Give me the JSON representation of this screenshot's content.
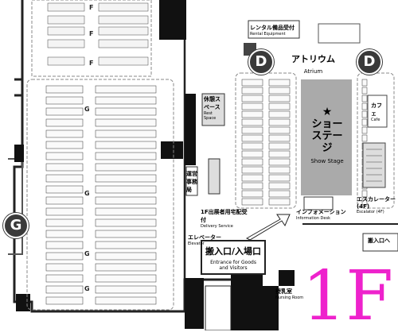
{
  "floor_label": "1F",
  "atrium": {
    "jp": "アトリウム",
    "en": "Atrium"
  },
  "stage": {
    "jp": "ショーステージ",
    "en": "Show Stage",
    "icon": "star-icon"
  },
  "entrance": {
    "jp": "搬入口/入場口",
    "en": "Entrance for Goods and Visitors"
  },
  "rental": {
    "jp": "レンタル備品受付",
    "en": "Rental Equipment"
  },
  "rest_space": {
    "jp": "休憩スペース",
    "en": "Rest Space"
  },
  "office": {
    "jp": "運営事務局"
  },
  "delivery": {
    "jp": "1F出展者用宅配受付",
    "en": "Delivery Service"
  },
  "info": {
    "jp": "インフォメーション",
    "en": "Information Desk"
  },
  "elevator": {
    "jp": "エレベーター",
    "en": "Elevator"
  },
  "escalator": {
    "jp": "エスカレーター(4F)",
    "en": "Escalator (4F)"
  },
  "cafe": {
    "jp": "カフェ",
    "en": "Cafe"
  },
  "nursing": {
    "jp": "授乳室",
    "en": "Nursing Room"
  },
  "kawaru": {
    "jp": "搬入口へ"
  },
  "circle_labels": {
    "d": "D",
    "g": "G",
    "f": "F"
  },
  "icons": [
    "wheelchair-icon",
    "restroom-icon",
    "arrow-icon"
  ]
}
